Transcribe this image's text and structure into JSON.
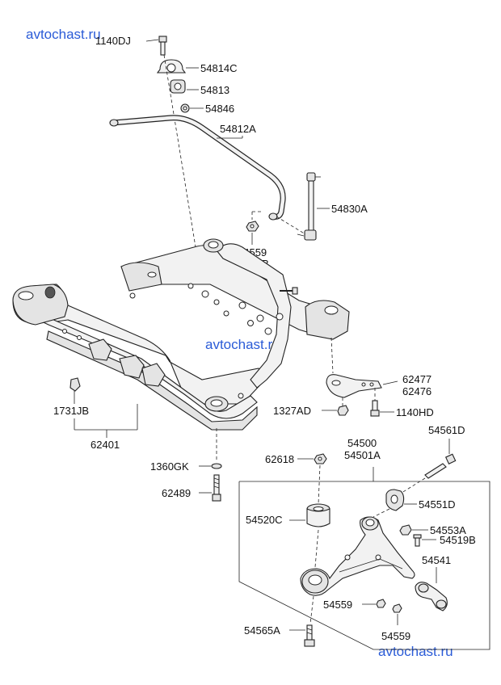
{
  "watermark": {
    "text": "avtochast.ru",
    "color": "#2a5bd7"
  },
  "labels": {
    "p1140DJ": "1140DJ",
    "p54814C": "54814C",
    "p54813": "54813",
    "p54846": "54846",
    "p54812A": "54812A",
    "p54830A": "54830A",
    "p54559": "54559",
    "p54559B": "54559B",
    "p62477": "62477",
    "p62476": "62476",
    "p1327AD": "1327AD",
    "p1140HD": "1140HD",
    "p1731JB": "1731JB",
    "p62401": "62401",
    "p1360GK": "1360GK",
    "p62489": "62489",
    "p62618": "62618",
    "p54500": "54500",
    "p54501A": "54501A",
    "p54561D": "54561D",
    "p54551D": "54551D",
    "p54520C": "54520C",
    "p54553A": "54553A",
    "p54519B": "54519B",
    "p54541": "54541",
    "p54559_arm_left": "54559",
    "p54559_arm_right": "54559",
    "p54565A": "54565A"
  }
}
